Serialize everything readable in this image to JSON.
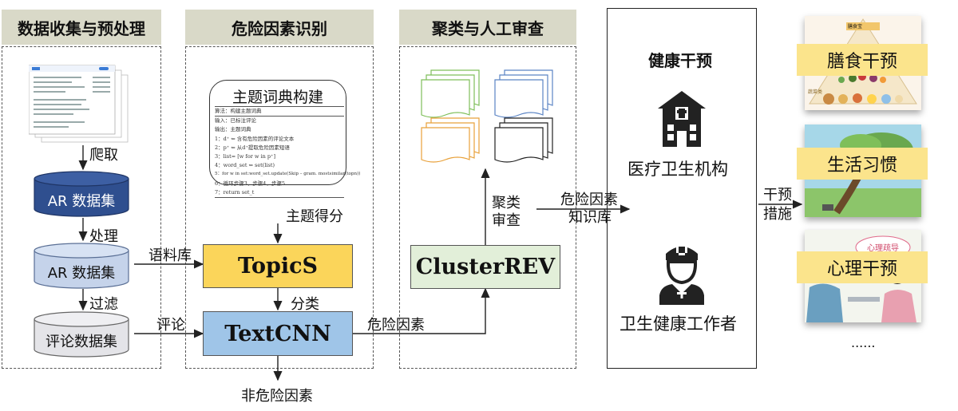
{
  "headers": {
    "col1": "数据收集与预处理",
    "col2": "危险因素识别",
    "col3": "聚类与人工审查",
    "col4": "健康干预"
  },
  "col1": {
    "crawl": "爬取",
    "db1": "AR 数据集",
    "process": "处理",
    "db2": "AR 数据集",
    "filter": "过滤",
    "db3": "评论数据集"
  },
  "col2": {
    "topic_card_title": "主题词典构建",
    "algorithm": [
      "算法：构建主题词典",
      "输入：已标注评论",
      "输出：主题词典",
      "1：d⁺ ⇐ 含有危险因素的评论文本",
      "2：p⁺ ⇐ 从d⁺提取危险因素短语",
      "3：list= [w for w in p⁺]",
      "4：word_set ⇐ set(list)",
      "5：for w in set:word_set.update(Skip – gram. mostsimilar(topn))",
      "6：循环步骤3、步骤4、步骤5",
      "7：return set_t"
    ],
    "topic_score": "主题得分",
    "topics_box": "TopicS",
    "classify": "分类",
    "textcnn_box": "TextCNN",
    "non_risk": "非危险因素"
  },
  "edges": {
    "corpus": "语料库",
    "reviews": "评论",
    "risk_factors": "危险因素",
    "kb_line1": "危险因素",
    "kb_line2": "知识库",
    "measures_line1": "干预",
    "measures_line2": "措施"
  },
  "col3": {
    "review_line1": "聚类",
    "review_line2": "审查",
    "cluster_box": "ClusterREV"
  },
  "col4": {
    "institution": "医疗卫生机构",
    "worker": "卫生健康工作者"
  },
  "interventions": [
    "膳食干预",
    "生活习惯",
    "心理干预"
  ],
  "ellipsis": "......",
  "photo_text": {
    "pyramid_top": "膳食宝",
    "pyramid_side": "蔬菜类",
    "psych_title": "心理疏导"
  },
  "colors": {
    "header_bg": "#d9d9c8",
    "db_dark": "#2f4f8f",
    "db_light": "#c5d3ea",
    "topics_fill": "#fbd55a",
    "textcnn_fill": "#9fc5e8",
    "cluster_fill": "#e2efd9",
    "ribbon": "#fbe48c"
  }
}
